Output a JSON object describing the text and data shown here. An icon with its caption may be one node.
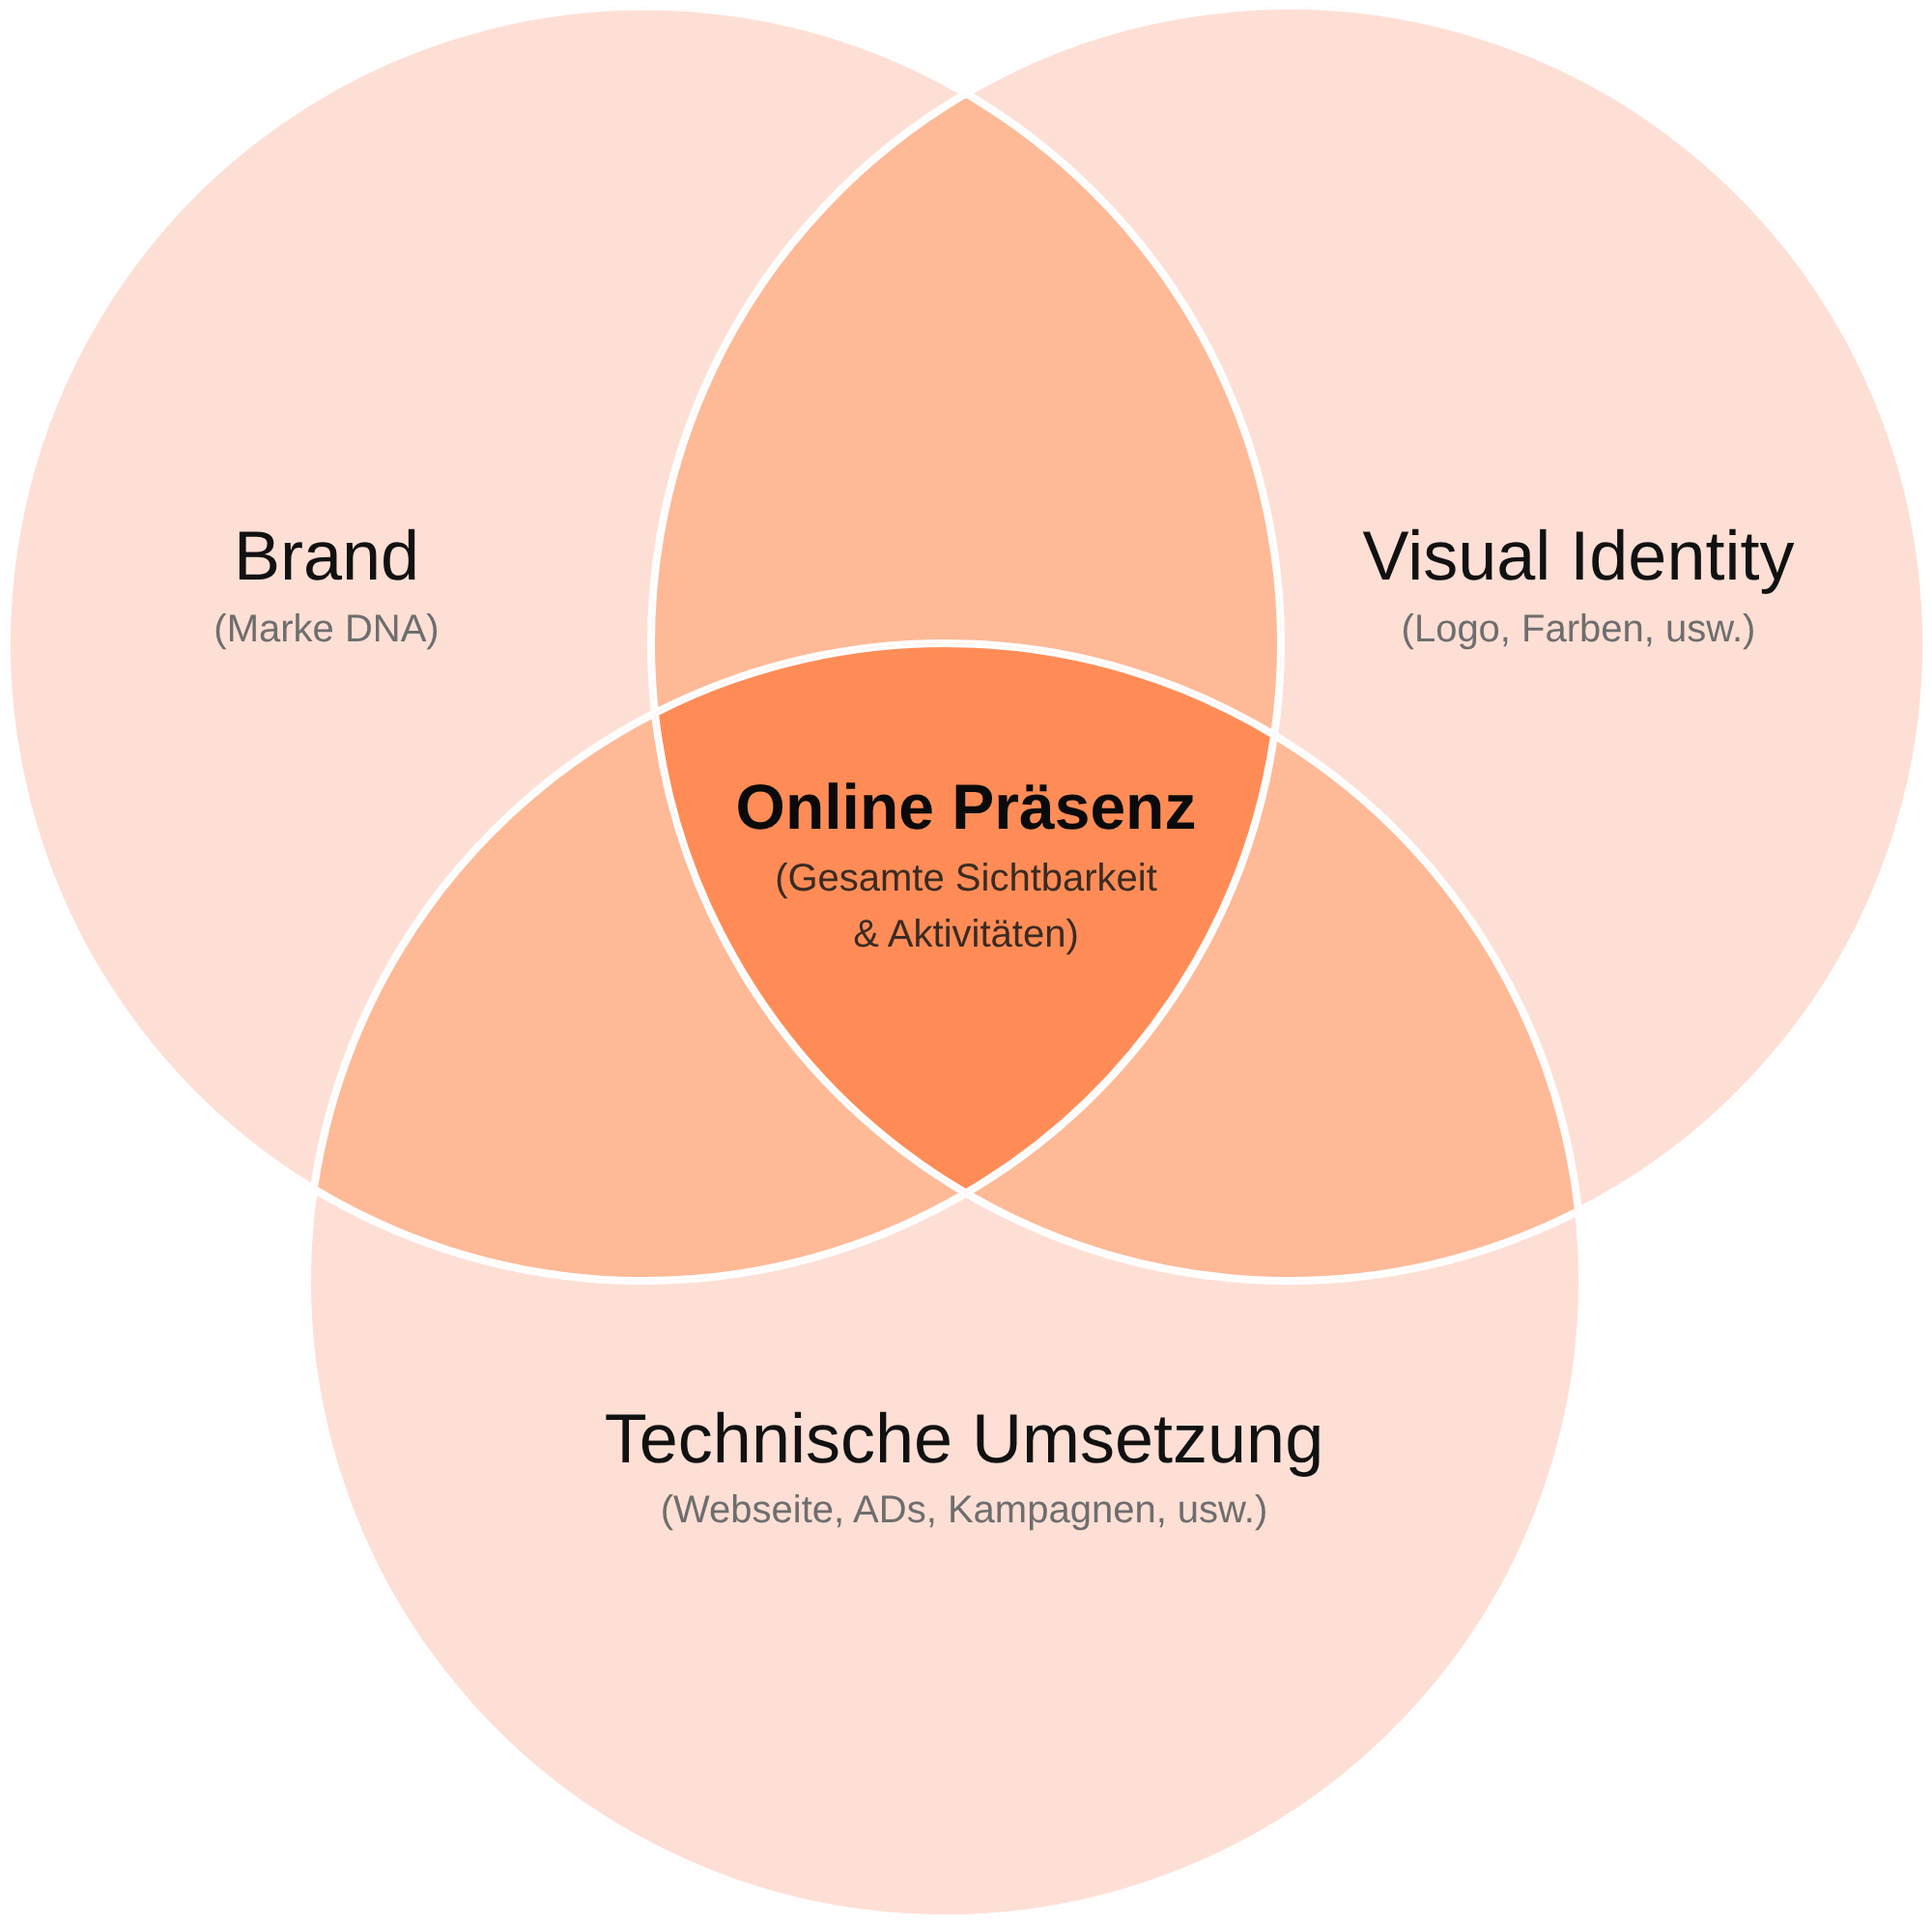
{
  "diagram": {
    "nodes": [
      {
        "text": [
          "Brand",
          "(Marke DNA)"
        ]
      },
      {
        "text": [
          "Visual Identity",
          "(Logo, Farben, usw.)"
        ]
      },
      {
        "text": [],
        "shape": "lens"
      },
      {
        "text": [],
        "shape": "lens"
      },
      {
        "text": [
          "Online Präsenz",
          "(Gesamte Sichtbarkeit & Aktivitäten)"
        ]
      },
      {
        "text": [],
        "shape": "lens"
      },
      {
        "text": [
          "Technische Umsetzung",
          "(Webseite, ADs, Kampagnen, usw.)"
        ]
      }
    ]
  }
}
